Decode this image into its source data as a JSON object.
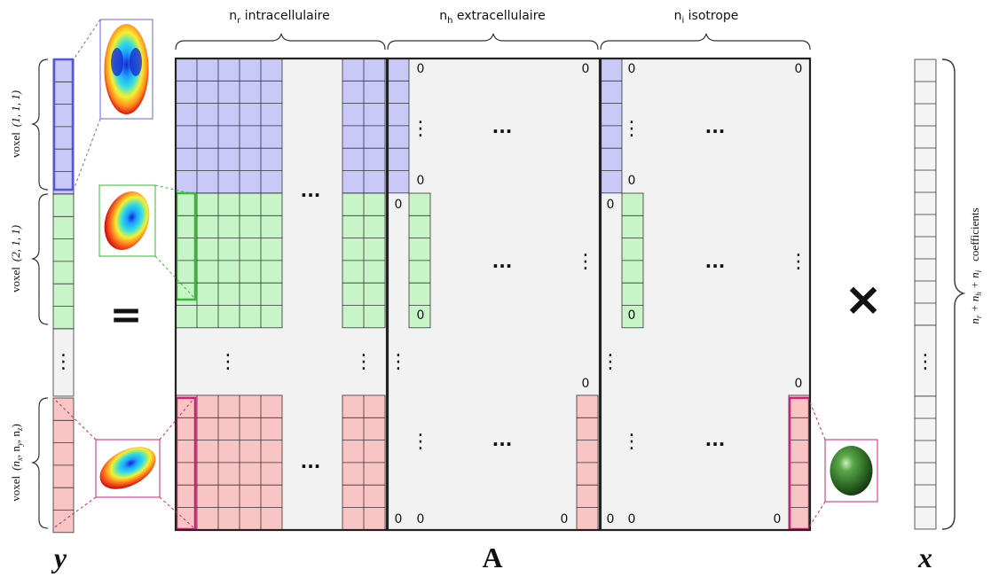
{
  "colors": {
    "blue_fill": "#c9c9f7",
    "blue_border": "#5555dd",
    "green_fill": "#c8f5c8",
    "green_border": "#33bb33",
    "red_fill": "#f9c4c4",
    "red_border": "#cc2277",
    "gray_fill": "#f2f2f2",
    "grid_line": "#333333",
    "frame": "#222222"
  },
  "headers": {
    "intracellular": {
      "symbol": "n",
      "sub": "r",
      "text": " intracellulaire"
    },
    "extracellular": {
      "symbol": "n",
      "sub": "h",
      "text": " extracellulaire"
    },
    "isotropic": {
      "symbol": "n",
      "sub": "i",
      "text": " isotrope"
    }
  },
  "voxel_labels": {
    "v111": {
      "word": "voxel",
      "index": "(1, 1, 1)"
    },
    "v211": {
      "word": "voxel",
      "index": "(2, 1, 1)"
    },
    "vn": {
      "word": "voxel",
      "index": "(n",
      "subs": [
        "x",
        "y",
        "z"
      ]
    }
  },
  "vector_labels": {
    "y": "y",
    "A": "A",
    "x": "x"
  },
  "operators": {
    "equals": "=",
    "times": "×"
  },
  "coefficients_label": {
    "terms": [
      {
        "sym": "n",
        "sub": "r"
      },
      {
        "sym": "n",
        "sub": "h"
      },
      {
        "sym": "n",
        "sub": "i"
      }
    ],
    "plus": "+",
    "word": "coefficients"
  },
  "ellipsis": {
    "h": "...",
    "v": "⋮"
  },
  "zero": "0",
  "glyphs": {
    "ellipsoid_thumb_1": "blue-red-heatmap-ellipsoid",
    "ellipsoid_thumb_2": "tilted-heatmap-ellipsoid",
    "ellipsoid_thumb_3": "flat-heatmap-ellipsoid",
    "sphere_thumb": "green-sphere"
  }
}
